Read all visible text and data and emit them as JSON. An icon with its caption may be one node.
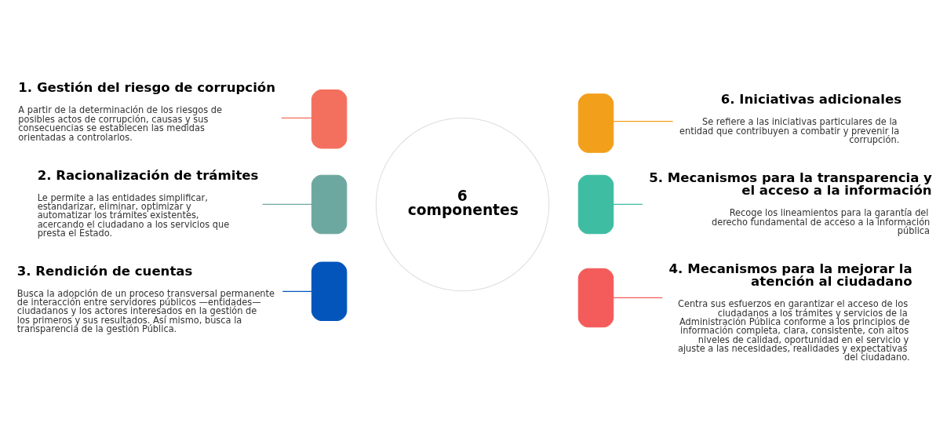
{
  "diagram": {
    "nodes": [
      {
        "text": [
          "1. Gestión del riesgo de corrupción",
          "A partir de la determinación de los riesgos de posibles actos de corrupción, causas y sus consecuencias se establecen las medidas orientadas a controlarlos."
        ]
      },
      {
        "text": [
          "2. Racionalización de trámites",
          "Le permite a las entidades simplificar, estandarizar, eliminar, optimizar y automatizar los trámites existentes, acercando el ciudadano a los servicios que presta el Estado."
        ]
      },
      {
        "text": [
          "3. Rendición de cuentas",
          "Busca la adopción de un proceso transversal permanente de interacción entre servidores públicos —entidades— ciudadanos y los actores interesados en la gestión de los primeros y sus resultados. Así mismo, busca la transparencia de la gestión Pública."
        ]
      },
      {
        "text": [
          "4. Mecanismos para la mejorar la atención al ciudadano",
          "Centra sus esfuerzos en garantizar el acceso de los ciudadanos a los trámites y servicios de la Administración Pública conforme a los principios de información completa, clara, consistente, con altos niveles de calidad, oportunidad en el servicio y ajuste a las necesidades, realidades y expectativas del ciudadano."
        ]
      },
      {
        "text": [
          "5. Mecanismos para la transparencia y el acceso a la información",
          "Recoge los lineamientos para la garantía del derecho fundamental de acceso a la información pública"
        ]
      },
      {
        "text": [
          "6. Iniciativas adicionales",
          "Se refiere a las iniciativas particulares de la entidad que contribuyen a combatir y prevenir la corrupción."
        ]
      },
      {
        "text": [],
        "shape": "arc"
      },
      {
        "text": [],
        "shape": "arc"
      },
      {
        "text": [],
        "shape": "arc"
      },
      {
        "text": [],
        "shape": "arc"
      },
      {
        "text": [],
        "shape": "arc"
      },
      {
        "text": [],
        "shape": "arc"
      },
      {
        "text": [
          "6 componentes"
        ]
      }
    ],
    "edges": [
      {
        "from": 0,
        "to": 6,
        "arrow": "none",
        "color": "#f4705e"
      },
      {
        "from": 1,
        "to": 7,
        "arrow": "none",
        "color": "#6da8a0"
      },
      {
        "from": 2,
        "to": 8,
        "arrow": "none",
        "color": "#0455bb"
      },
      {
        "from": 3,
        "to": 9,
        "arrow": "none",
        "color": "#f45b5b"
      },
      {
        "from": 4,
        "to": 10,
        "arrow": "none",
        "color": "#3fbda3"
      },
      {
        "from": 5,
        "to": 11,
        "arrow": "none",
        "color": "#f29f1b"
      }
    ]
  }
}
